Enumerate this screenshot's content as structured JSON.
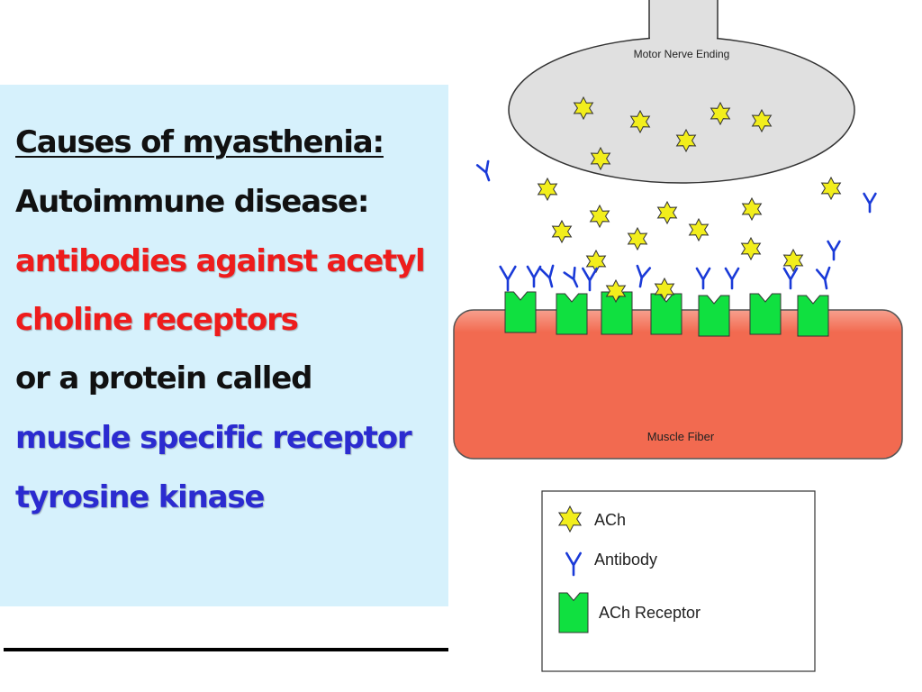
{
  "text": {
    "heading": "Causes of myasthenia:",
    "line2": "Autoimmune disease:",
    "line3": "antibodies against acetyl",
    "line4": "choline receptors",
    "line5": "or a protein called",
    "line6": "muscle specific receptor",
    "line7": "tyrosine kinase"
  },
  "diagram": {
    "nerve_label": "Motor Nerve Ending",
    "muscle_label": "Muscle Fiber",
    "legend": {
      "ach": "ACh",
      "antibody": "Antibody",
      "receptor": "ACh Receptor"
    },
    "colors": {
      "nerve": "#e0e0e0",
      "muscle": "#f26a50",
      "receptor": "#10e040",
      "ach_star": "#f2ee1c",
      "antibody": "#1a3ad8",
      "text_red": "#ee1c1c",
      "text_blue": "#2b2bd0",
      "panel": "#d6f1fc"
    }
  }
}
